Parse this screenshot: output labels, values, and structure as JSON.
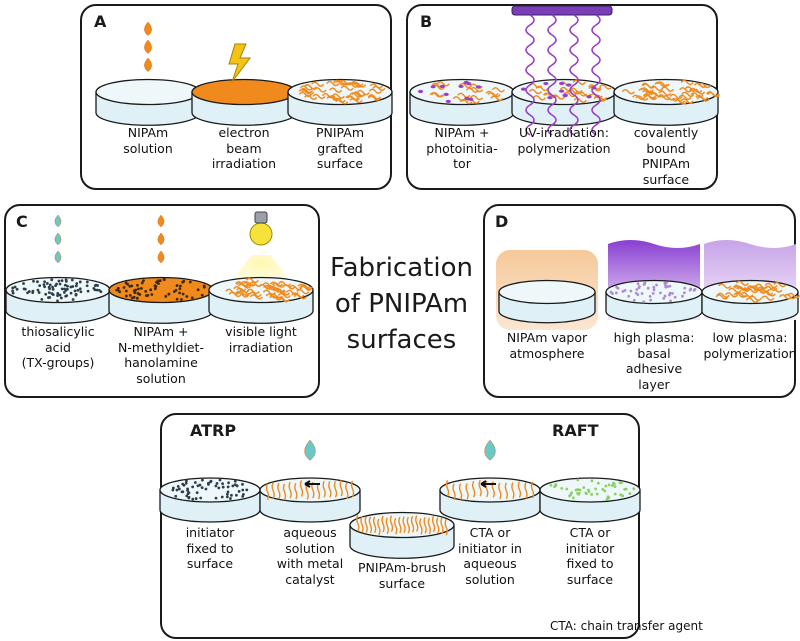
{
  "title": {
    "line1": "Fabrication",
    "line2": "of PNIPAm",
    "line3": "surfaces"
  },
  "panel_a": {
    "label": "A",
    "captions": [
      [
        "NIPAm",
        "solution"
      ],
      [
        "electron",
        "beam",
        "irradiation"
      ],
      [
        "PNIPAm",
        "grafted",
        "surface"
      ]
    ]
  },
  "panel_b": {
    "label": "B",
    "captions": [
      [
        "NIPAm +",
        "photoinitia-",
        "tor"
      ],
      [
        "UV-irradiation:",
        "polymerization"
      ],
      [
        "covalently",
        "bound",
        "PNIPAm",
        "surface"
      ]
    ]
  },
  "panel_c": {
    "label": "C",
    "captions": [
      [
        "thiosalicylic",
        "acid",
        "(TX-groups)"
      ],
      [
        "NIPAm +",
        "N-methyldiet-",
        "hanolamine",
        "solution"
      ],
      [
        "visible light",
        "irradiation"
      ]
    ]
  },
  "panel_d": {
    "label": "D",
    "captions": [
      [
        "NIPAm vapor",
        "atmosphere"
      ],
      [
        "high plasma:",
        "basal",
        "adhesive",
        "layer"
      ],
      [
        "low plasma:",
        "polymerization"
      ]
    ]
  },
  "panel_e": {
    "atrp": "ATRP",
    "raft": "RAFT",
    "captions": [
      [
        "initiator",
        "fixed to",
        "surface"
      ],
      [
        "aqueous",
        "solution",
        "with metal",
        "catalyst"
      ],
      [
        "PNIPAm-brush",
        "surface"
      ],
      [
        "CTA or",
        "initiator in",
        "aqueous",
        "solution"
      ],
      [
        "CTA or",
        "initiator",
        "fixed to",
        "surface"
      ]
    ],
    "footnote": "CTA: chain transfer agent"
  },
  "colors": {
    "dish_fill": "#dff1f7",
    "dish_stroke": "#1a1a1a",
    "orange": "#f08a1c",
    "purple": "#9a3fc4",
    "teal": "#6ac8c8",
    "dot": "#2f3f4a"
  }
}
